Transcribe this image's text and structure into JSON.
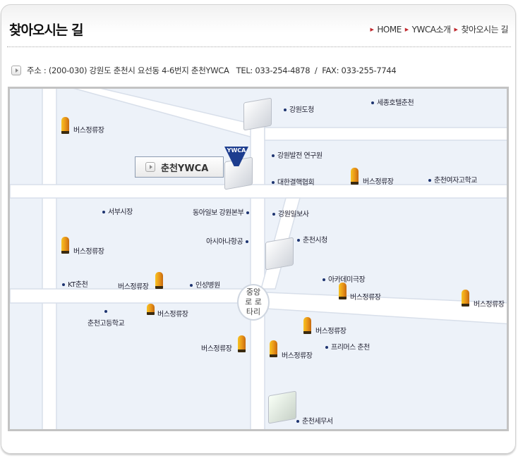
{
  "header": {
    "title": "찾아오시는 길",
    "breadcrumb": [
      "HOME",
      "YWCA소개",
      "찾아오시는 길"
    ]
  },
  "address": {
    "text": "주소 : (200-030) 강원도 춘천시 요선동 4-6번지 춘천YWCA   TEL: 033-254-4878  /  FAX: 033-255-7744"
  },
  "map": {
    "ywca_label": "춘천YWCA",
    "ywca_logo": "YWCA",
    "rotary": "중앙로 로타리",
    "places": {
      "gangwon_office": "강원도청",
      "sejong_hotel": "세종호텔춘천",
      "gangwon_dev": "강원발전 연구원",
      "tb_assoc": "대한결핵협회",
      "girls_high": "춘천여자고학교",
      "seobu_market": "서부시장",
      "donga": "동아일보 강원본부",
      "gangwon_ilbo": "강원일보사",
      "asiana": "아시아나항공",
      "city_hall": "춘천시청",
      "kt": "KT춘천",
      "insung": "인성병원",
      "academy": "아카데미극장",
      "high_school": "춘천고등학교",
      "primus": "프리머스 춘천",
      "tax_office": "춘천세무서"
    },
    "bus_stop": "버스정류장"
  }
}
